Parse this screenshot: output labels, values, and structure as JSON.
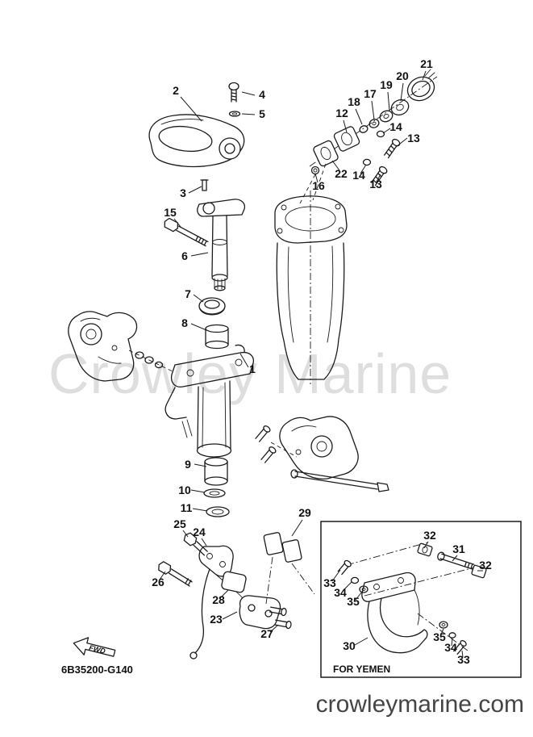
{
  "page": {
    "watermark": "Crowley Marine",
    "footer_brand": "crowleymarine.com",
    "drawing_number": "6B35200-G140",
    "fwd_label": "FWD",
    "inset_caption": "FOR YEMEN"
  },
  "callouts": [
    {
      "label": "2"
    },
    {
      "label": "4"
    },
    {
      "label": "5"
    },
    {
      "label": "12"
    },
    {
      "label": "18"
    },
    {
      "label": "17"
    },
    {
      "label": "19"
    },
    {
      "label": "20"
    },
    {
      "label": "21"
    },
    {
      "label": "14"
    },
    {
      "label": "13"
    },
    {
      "label": "22"
    },
    {
      "label": "16"
    },
    {
      "label": "14"
    },
    {
      "label": "13"
    },
    {
      "label": "3"
    },
    {
      "label": "15"
    },
    {
      "label": "6"
    },
    {
      "label": "7"
    },
    {
      "label": "8"
    },
    {
      "label": "1"
    },
    {
      "label": "9"
    },
    {
      "label": "10"
    },
    {
      "label": "11"
    },
    {
      "label": "25"
    },
    {
      "label": "24"
    },
    {
      "label": "26"
    },
    {
      "label": "28"
    },
    {
      "label": "23"
    },
    {
      "label": "27"
    },
    {
      "label": "29"
    },
    {
      "label": "32"
    },
    {
      "label": "31"
    },
    {
      "label": "32"
    },
    {
      "label": "33"
    },
    {
      "label": "34"
    },
    {
      "label": "35"
    },
    {
      "label": "30"
    },
    {
      "label": "35"
    },
    {
      "label": "34"
    },
    {
      "label": "33"
    }
  ]
}
